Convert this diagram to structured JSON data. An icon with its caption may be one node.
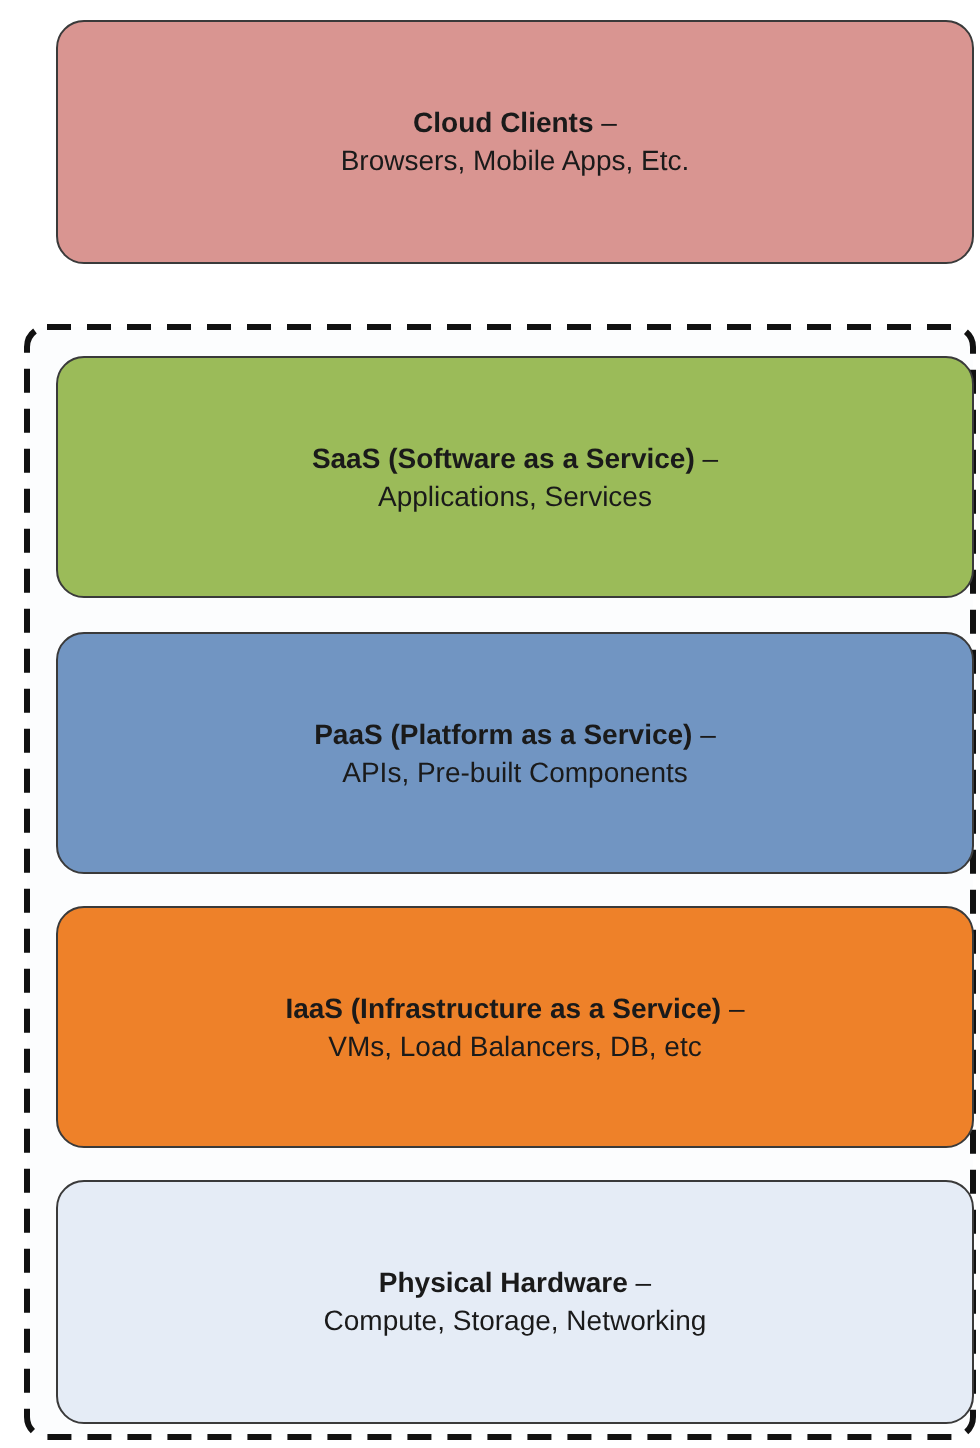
{
  "diagram": {
    "nodes": [
      {
        "text": [
          "**Cloud Clients** –",
          "Browsers, Mobile Apps, Etc."
        ]
      },
      {
        "text": [],
        "shape": "box"
      },
      {
        "text": [
          "**SaaS (Software as a Service)** –",
          "Applications, Services"
        ],
        "in": 1
      },
      {
        "text": [
          "**PaaS (Platform as a Service)** –",
          "APIs, Pre-built Components"
        ],
        "in": 1
      },
      {
        "text": [
          "**IaaS (Infrastructure as a Service)** –",
          "VMs, Load Balancers, DB, etc"
        ],
        "in": 1
      },
      {
        "text": [
          "**Physical Hardware** –",
          "Compute, Storage, Networking"
        ],
        "in": 1
      }
    ]
  }
}
